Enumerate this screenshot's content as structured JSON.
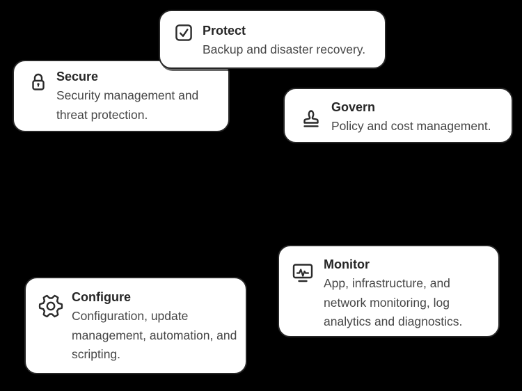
{
  "colors": {
    "background": "#000000",
    "card_bg": "#ffffff",
    "card_border": "#262626",
    "title": "#262626",
    "description": "#464646",
    "icon": "#2b2b2b"
  },
  "cards": [
    {
      "id": "protect",
      "icon": "checkbox-check-icon",
      "title": "Protect",
      "description": "Backup and disaster recovery."
    },
    {
      "id": "secure",
      "icon": "lock-icon",
      "title": "Secure",
      "description": "Security management and threat protection."
    },
    {
      "id": "govern",
      "icon": "stamp-icon",
      "title": "Govern",
      "description": "Policy and cost management."
    },
    {
      "id": "monitor",
      "icon": "monitor-pulse-icon",
      "title": "Monitor",
      "description": "App, infrastructure, and network monitoring, log analytics and diagnostics."
    },
    {
      "id": "configure",
      "icon": "gear-icon",
      "title": "Configure",
      "description": "Configuration, update management, automation, and scripting."
    }
  ]
}
